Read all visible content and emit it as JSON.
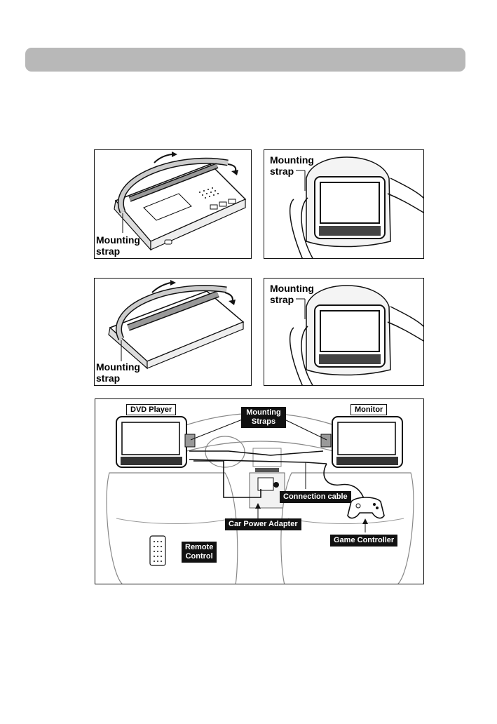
{
  "panels": {
    "top_left": {
      "label_line1": "Mounting",
      "label_line2": "strap"
    },
    "top_right": {
      "label_line1": "Mounting",
      "label_line2": "strap"
    },
    "mid_left": {
      "label_line1": "Mounting",
      "label_line2": "strap"
    },
    "mid_right": {
      "label_line1": "Mounting",
      "label_line2": "strap"
    }
  },
  "car_diagram": {
    "dvd_player": "DVD Player",
    "monitor": "Monitor",
    "mounting_straps_line1": "Mounting",
    "mounting_straps_line2": "Straps",
    "connection_cable": "Connection cable",
    "car_power_adapter": "Car Power Adapter",
    "game_controller": "Game Controller",
    "remote_control_line1": "Remote",
    "remote_control_line2": "Control"
  }
}
